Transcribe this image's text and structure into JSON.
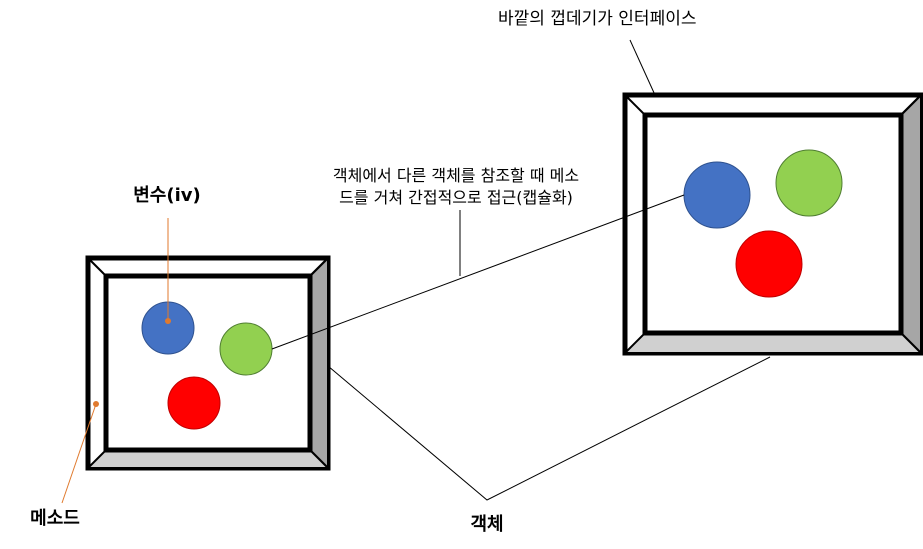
{
  "labels": {
    "interface": "바깥의 껍데기가 인터페이스",
    "access_line1": "객체에서 다른 객체를 참조할 때 메소",
    "access_line2": "드를 거쳐 간접적으로 접근(캡슐화)",
    "variable": "변수(iv)",
    "method": "메소드",
    "object": "객체"
  },
  "colors": {
    "frame_stroke": "#000000",
    "bevel_dark": "#a6a6a6",
    "bevel_light": "#d0d0d0",
    "circle_blue": "#4472c4",
    "circle_green": "#92d050",
    "circle_red": "#ff0000",
    "pointer_orange": "#e07a2e"
  }
}
